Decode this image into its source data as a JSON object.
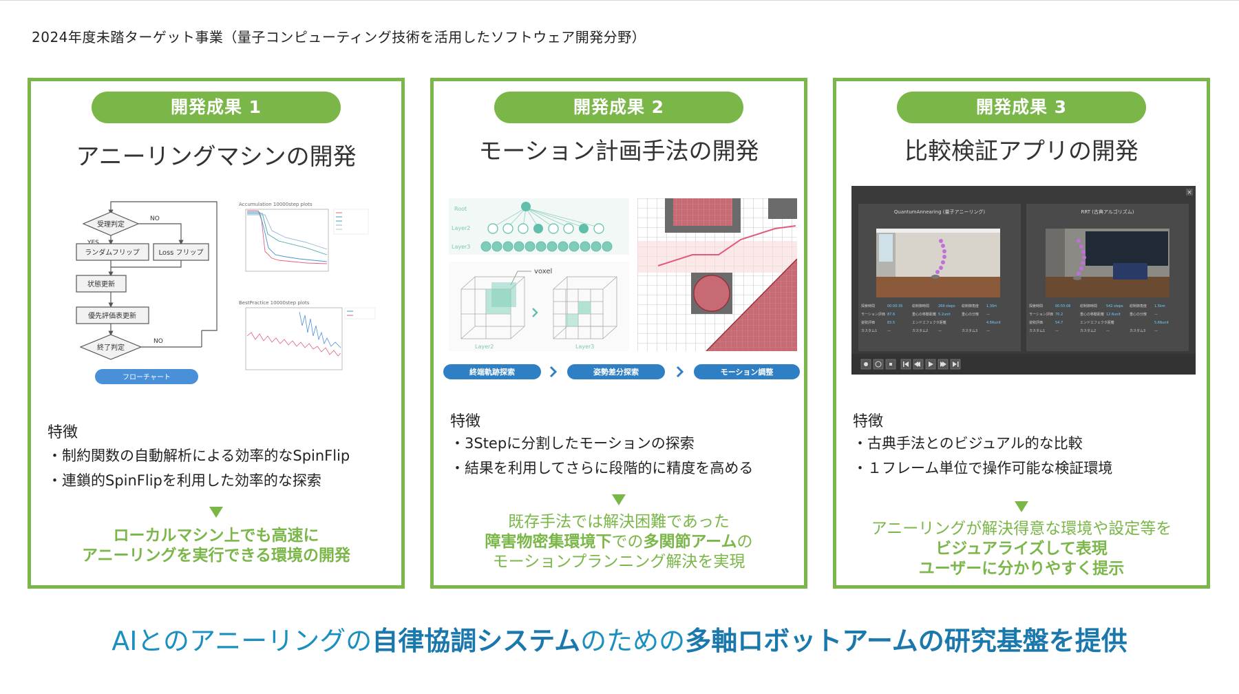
{
  "page": {
    "title": "2024年度未踏ターゲット事業（量子コンピューティング技術を活用したソフトウェア開発分野）"
  },
  "colors": {
    "green": "#7ab648",
    "blue": "#1a8fc0",
    "flow_blue": "#4a90d9"
  },
  "cards": [
    {
      "badge": "開発成果 1",
      "heading": "アニーリングマシンの開発",
      "flowchart": {
        "decision1": "受理判定",
        "no1": "NO",
        "yes": "YES",
        "box_random": "ランダムフリップ",
        "box_loss": "Loss フリップ",
        "box_state": "状態更新",
        "box_eval": "優先評価表更新",
        "decision2": "終了判定",
        "no2": "NO",
        "caption": "フローチャート"
      },
      "plot_top_title": "Accumulation 10000step plots",
      "plot_bottom_title": "BestPractice 10000step plots",
      "features_title": "特徴",
      "features": [
        "・制約関数の自動解析による効率的なSpinFlip",
        "・連鎖的SpinFlipを利用した効率的な探索"
      ],
      "result": [
        {
          "parts": [
            {
              "t": "ローカルマシン上でも高速に",
              "b": true
            }
          ]
        },
        {
          "parts": [
            {
              "t": "アニーリングを実行できる環境の開発",
              "b": true
            }
          ]
        }
      ]
    },
    {
      "badge": "開発成果 2",
      "heading": "モーション計画手法の開発",
      "tree_labels": {
        "root": "Root",
        "layer2": "Layer2",
        "layer3": "Layer3"
      },
      "voxel_label": "voxel",
      "voxel_layers": {
        "left": "Layer2",
        "right": "Layer3"
      },
      "steps": [
        "終端軌跡探索",
        "姿勢差分探索",
        "モーション調整"
      ],
      "features_title": "特徴",
      "features": [
        "・3Stepに分割したモーションの探索",
        "・結果を利用してさらに段階的に精度を高める"
      ],
      "result": [
        {
          "parts": [
            {
              "t": "既存手法では解決困難であった",
              "b": false
            }
          ]
        },
        {
          "parts": [
            {
              "t": "障害物密集環境下",
              "b": true
            },
            {
              "t": "での",
              "b": false
            },
            {
              "t": "多関節アーム",
              "b": true
            },
            {
              "t": "の",
              "b": false
            }
          ]
        },
        {
          "parts": [
            {
              "t": "モーションプランニング解決を実現",
              "b": false
            }
          ]
        }
      ]
    },
    {
      "badge": "開発成果 3",
      "heading": "比較検証アプリの開発",
      "app": {
        "left_title": "QuantumAnnearing (量子アニーリング)",
        "right_title": "RRT (古典アルゴリズム)",
        "left_stats": {
          "row1": [
            "探索時間",
            "00:00:35",
            "総制御時間",
            "269 steps",
            "総制御角度",
            "1.30rt"
          ],
          "row2": [
            "モーション評価",
            "87.6",
            "重心の移動距離",
            "5.2unit",
            "重心の分散",
            "—"
          ],
          "row3": [
            "姿勢評価",
            "83.5",
            "エンドエフェクタ距離",
            "4.66unit"
          ],
          "row4": [
            "カスタム1",
            "—",
            "カスタム2",
            "—",
            "カスタム3",
            "—"
          ]
        },
        "right_stats": {
          "row1": [
            "探索時間",
            "00:55:06",
            "総制御時間",
            "542 steps",
            "総制御角度",
            "1.5km"
          ],
          "row2": [
            "モーション評価",
            "70.2",
            "重心の移動距離",
            "12.6unit",
            "重心の分散",
            "—"
          ],
          "row3": [
            "姿勢評価",
            "54.7",
            "エンドエフェクタ距離",
            "5.66unit"
          ],
          "row4": [
            "カスタム1",
            "—",
            "カスタム2",
            "—",
            "カスタム3",
            "—"
          ]
        }
      },
      "features_title": "特徴",
      "features": [
        "・古典手法とのビジュアル的な比較",
        "・１フレーム単位で操作可能な検証環境"
      ],
      "result": [
        {
          "parts": [
            {
              "t": "アニーリングが解決得意な環境や設定等を",
              "b": false
            }
          ]
        },
        {
          "parts": [
            {
              "t": "ビジュアライズして表現",
              "b": true
            }
          ]
        },
        {
          "parts": [
            {
              "t": "ユーザーに分かりやすく提示",
              "b": true
            }
          ]
        }
      ]
    }
  ],
  "bottom": {
    "parts": [
      {
        "t": "AIとのアニーリングの",
        "b": false
      },
      {
        "t": "自律協調システム",
        "b": true
      },
      {
        "t": "のための",
        "b": false
      },
      {
        "t": "多軸ロボットアームの研究基盤を提供",
        "b": true
      }
    ]
  }
}
